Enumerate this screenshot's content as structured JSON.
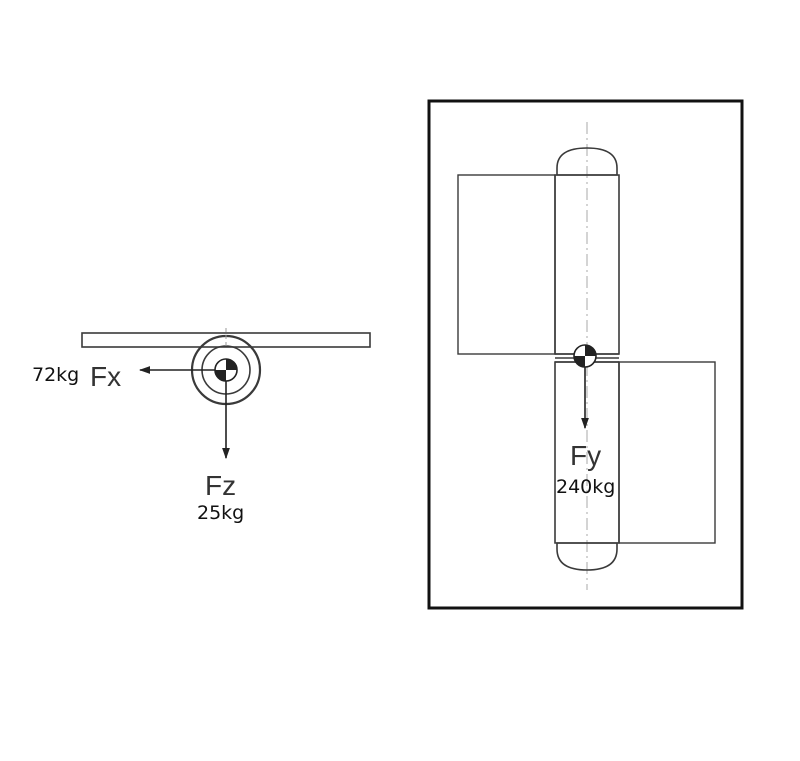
{
  "forces": {
    "fx": {
      "symbol": "Fx",
      "value": "72kg"
    },
    "fz": {
      "symbol": "Fz",
      "value": "25kg"
    },
    "fy": {
      "symbol": "Fy",
      "value": "240kg"
    }
  },
  "colors": {
    "line": "#3a3a3a",
    "text": "#222222",
    "background": "#ffffff"
  }
}
